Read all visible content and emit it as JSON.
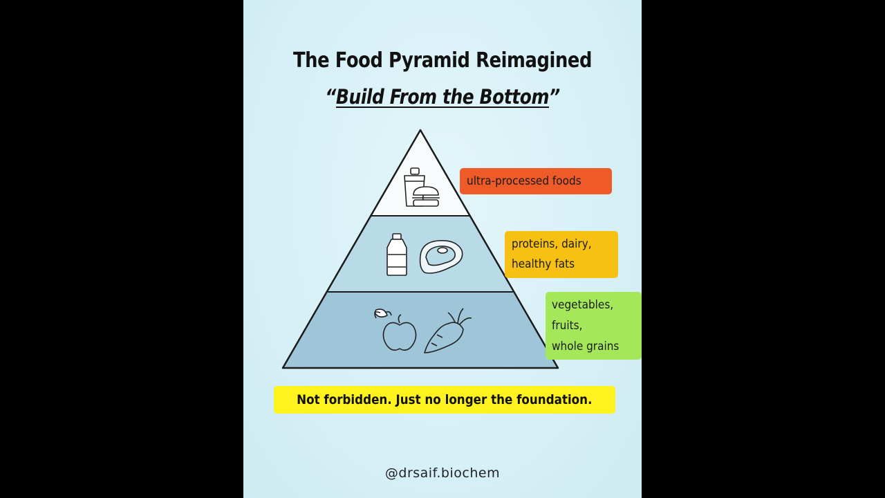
{
  "title": "The Food Pyramid Reimagined",
  "subtitle": {
    "open_quote": "“",
    "text": "Build From the Bottom",
    "close_quote": "”"
  },
  "tiers": [
    {
      "label_lines": [
        "ultra-processed foods"
      ],
      "color": "#ef5b28",
      "icons": [
        "cup-icon",
        "burger-icon"
      ]
    },
    {
      "label_lines": [
        "proteins, dairy,",
        "healthy fats"
      ],
      "color": "#f6c112",
      "icons": [
        "bottle-icon",
        "steak-icon"
      ]
    },
    {
      "label_lines": [
        "vegetables,",
        "fruits,",
        "whole grains"
      ],
      "color": "#a4e85a",
      "icons": [
        "apple-icon",
        "carrot-icon"
      ]
    }
  ],
  "callout": "Not forbidden. Just no longer the foundation.",
  "handle": "@drsaif.biochem",
  "colors": {
    "background": "#d6f0f6",
    "pyramid_top": "#f7fbfc",
    "pyramid_mid": "#b9dbe8",
    "pyramid_bottom": "#9ec5d8",
    "outline": "#1a1a1a",
    "callout": "#fff31f"
  }
}
